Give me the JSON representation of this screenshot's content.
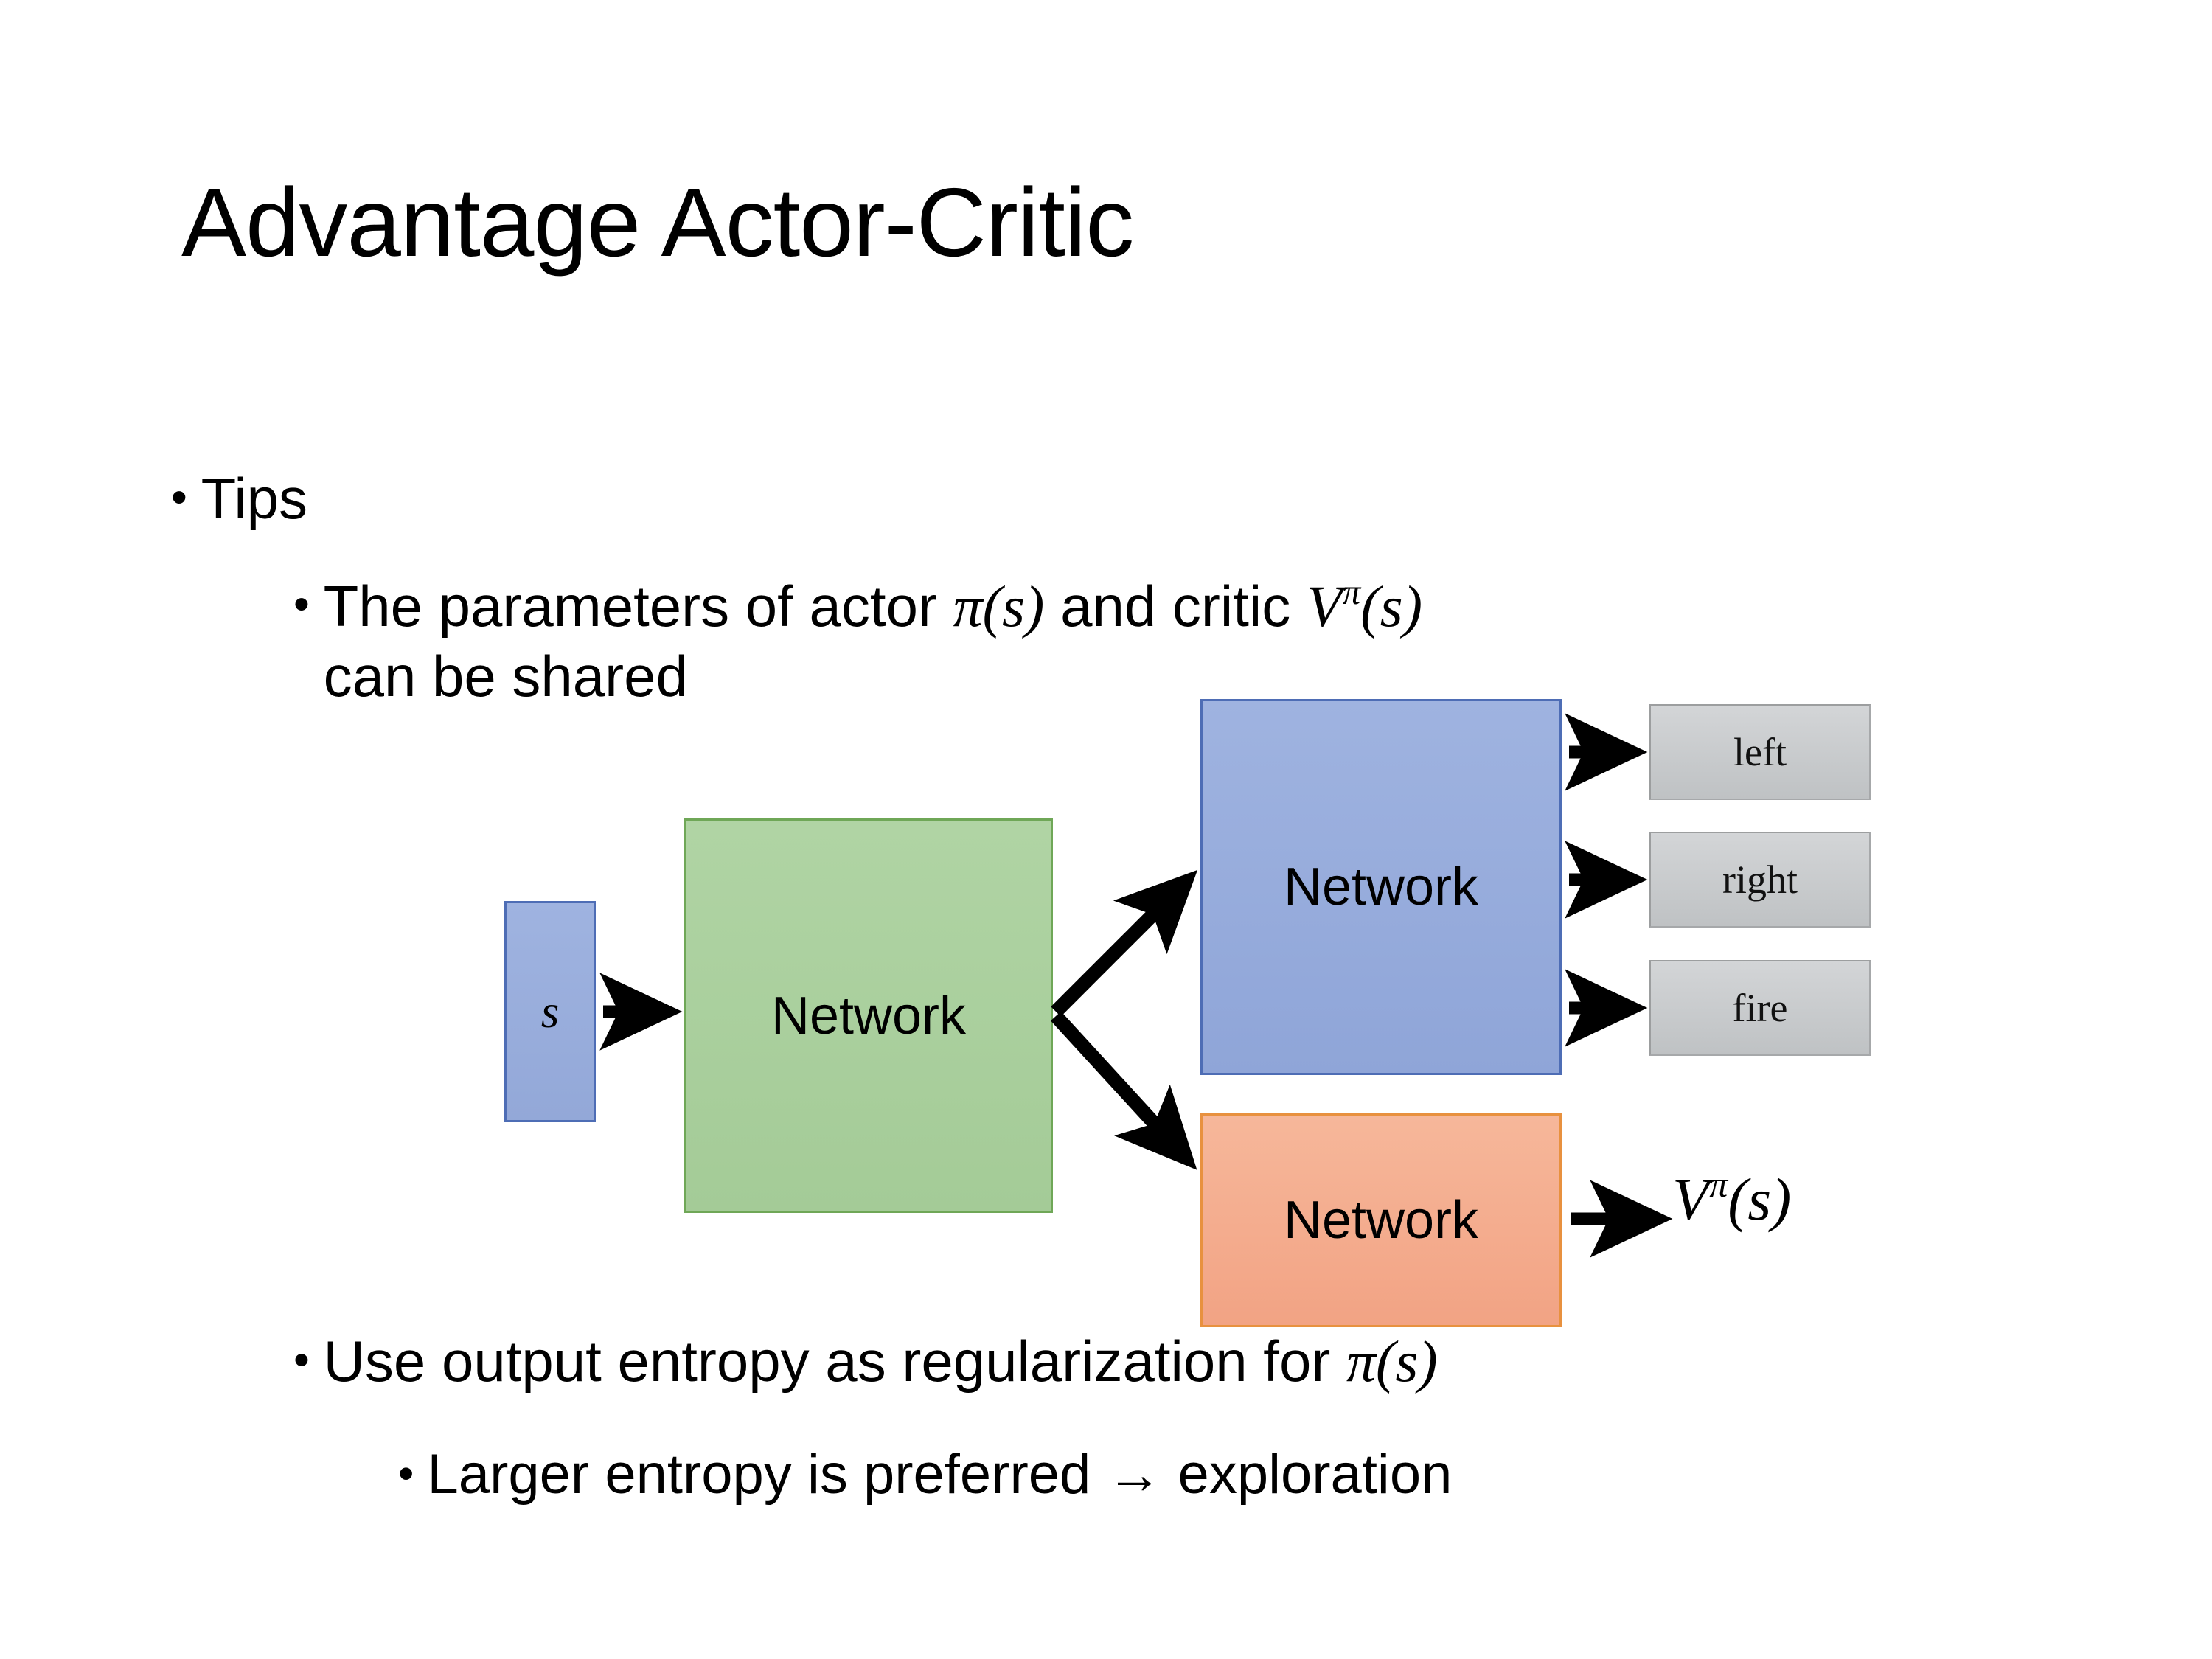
{
  "slide": {
    "title": "Advantage Actor-Critic",
    "background_color": "#FFFFFF"
  },
  "bullets": {
    "tips": {
      "marker": "•",
      "text": "Tips"
    },
    "parameters": {
      "marker": "•",
      "text_pre": "The parameters of actor ",
      "math_actor": "π(s)",
      "text_mid": " and critic ",
      "math_critic_base": "V",
      "math_critic_sup": "π",
      "math_critic_arg": "(s)",
      "text_line2": "can be shared"
    },
    "entropy": {
      "marker": "•",
      "text_pre": "Use output entropy as regularization for ",
      "math_actor": "π(s)"
    },
    "larger": {
      "marker": "•",
      "text": "Larger entropy is preferred → exploration"
    }
  },
  "diagram": {
    "input_box": {
      "label": "s",
      "fill": "#9AAEDC",
      "border": "#4E6DB5"
    },
    "shared_network": {
      "label": "Network",
      "fill": "#AAD09E",
      "border": "#6FA757"
    },
    "actor_network": {
      "label": "Network",
      "fill": "#97ACDC",
      "border": "#4E6DB5"
    },
    "critic_network": {
      "label": "Network",
      "fill": "#F2AE8B",
      "border": "#E8913F"
    },
    "action_outputs": [
      {
        "label": "left",
        "fill": "#C8CACC"
      },
      {
        "label": "right",
        "fill": "#C8CACC"
      },
      {
        "label": "fire",
        "fill": "#C8CACC"
      }
    ],
    "value_output": {
      "base": "V",
      "sup": "π",
      "arg": "(s)"
    },
    "arrow_color": "#000000"
  }
}
